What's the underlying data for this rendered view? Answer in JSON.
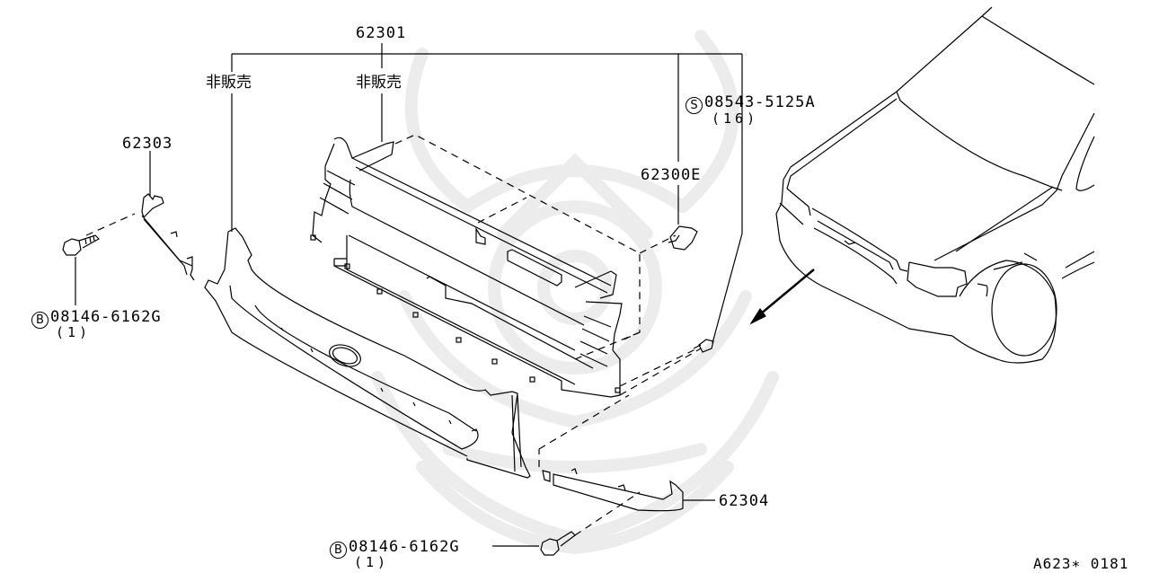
{
  "diagram": {
    "code": "A623∗ 0181",
    "colors": {
      "line": "#000000",
      "watermark": "#ececec",
      "background": "#ffffff"
    },
    "callouts": {
      "grille_assembly": {
        "part_no": "62301",
        "notes": [
          "非販売",
          "非販売"
        ]
      },
      "clip": {
        "part_no": "62300E"
      },
      "screw": {
        "symbol": "S",
        "part_no": "08543-5125A",
        "qty": "(16)"
      },
      "left_bracket": {
        "part_no": "62303"
      },
      "left_bolt": {
        "symbol": "B",
        "part_no": "08146-6162G",
        "qty": "(1)"
      },
      "right_bracket": {
        "part_no": "62304"
      },
      "right_bolt": {
        "symbol": "B",
        "part_no": "08146-6162G",
        "qty": "(1)"
      }
    },
    "icons": {
      "direction_arrow": "arrow-down-left-icon",
      "vehicle_reference": "vehicle-front-icon",
      "watermark": "samurai-mask-watermark-icon"
    }
  }
}
